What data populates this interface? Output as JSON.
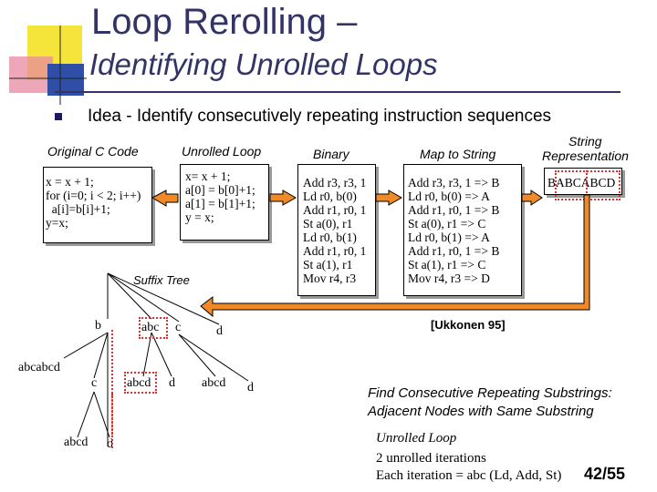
{
  "title": {
    "line1": "Loop Rerolling –",
    "line2": "Identifying Unrolled Loops"
  },
  "bullet": "Idea - Identify consecutively repeating instruction sequences",
  "headers": {
    "original": "Original C Code",
    "unrolled": "Unrolled Loop",
    "binary": "Binary",
    "map": "Map to String",
    "string_rep_1": "String",
    "string_rep_2": "Representation"
  },
  "original_code": [
    "x = x + 1;",
    "for (i=0; i < 2; i++)",
    "  a[i]=b[i]+1;",
    "y=x;"
  ],
  "unrolled_code": [
    "x= x + 1;",
    "a[0] = b[0]+1;",
    "a[1] = b[1]+1;",
    "y = x;"
  ],
  "binary_code": [
    "Add r3, r3, 1",
    "Ld r0, b(0)",
    "Add r1, r0, 1",
    "St a(0), r1",
    "Ld r0, b(1)",
    "Add r1, r0, 1",
    "St a(1), r1",
    "Mov r4, r3"
  ],
  "map_code": [
    "Add r3, r3, 1 => B",
    "Ld r0, b(0) => A",
    "Add r1, r0, 1 => B",
    "St a(0), r1 => C",
    "Ld r0, b(1) => A",
    "Add r1, r0, 1 => B",
    "St a(1), r1 => C",
    "Mov r4, r3 => D"
  ],
  "string_representation": "BABCABCD",
  "suffix_tree": {
    "label": "Suffix Tree",
    "nodes": {
      "b": "b",
      "abc1": "abc",
      "c1": "c",
      "d1": "d",
      "abcabcd": "abcabcd",
      "c2": "c",
      "abcd1": "abcd",
      "d2": "d",
      "abcd2": "abcd",
      "d3": "d",
      "abcd3": "abcd",
      "d4": "d"
    }
  },
  "citation": "[Ukkonen 95]",
  "find": {
    "line1": "Find Consecutive Repeating Substrings:",
    "line2": "Adjacent Nodes with Same Substring"
  },
  "note": {
    "line1": "Unrolled Loop",
    "line2": "2 unrolled iterations",
    "line3": "Each iteration = abc (Ld, Add, St)"
  },
  "page_number": "42/55",
  "colors": {
    "title": "#333366",
    "deco_yellow": "#f5e43a",
    "deco_blue": "#2f4fa7",
    "deco_pink": "#e88aa0",
    "arrow_fill": "#f08a28",
    "highlight": "#e03030"
  }
}
